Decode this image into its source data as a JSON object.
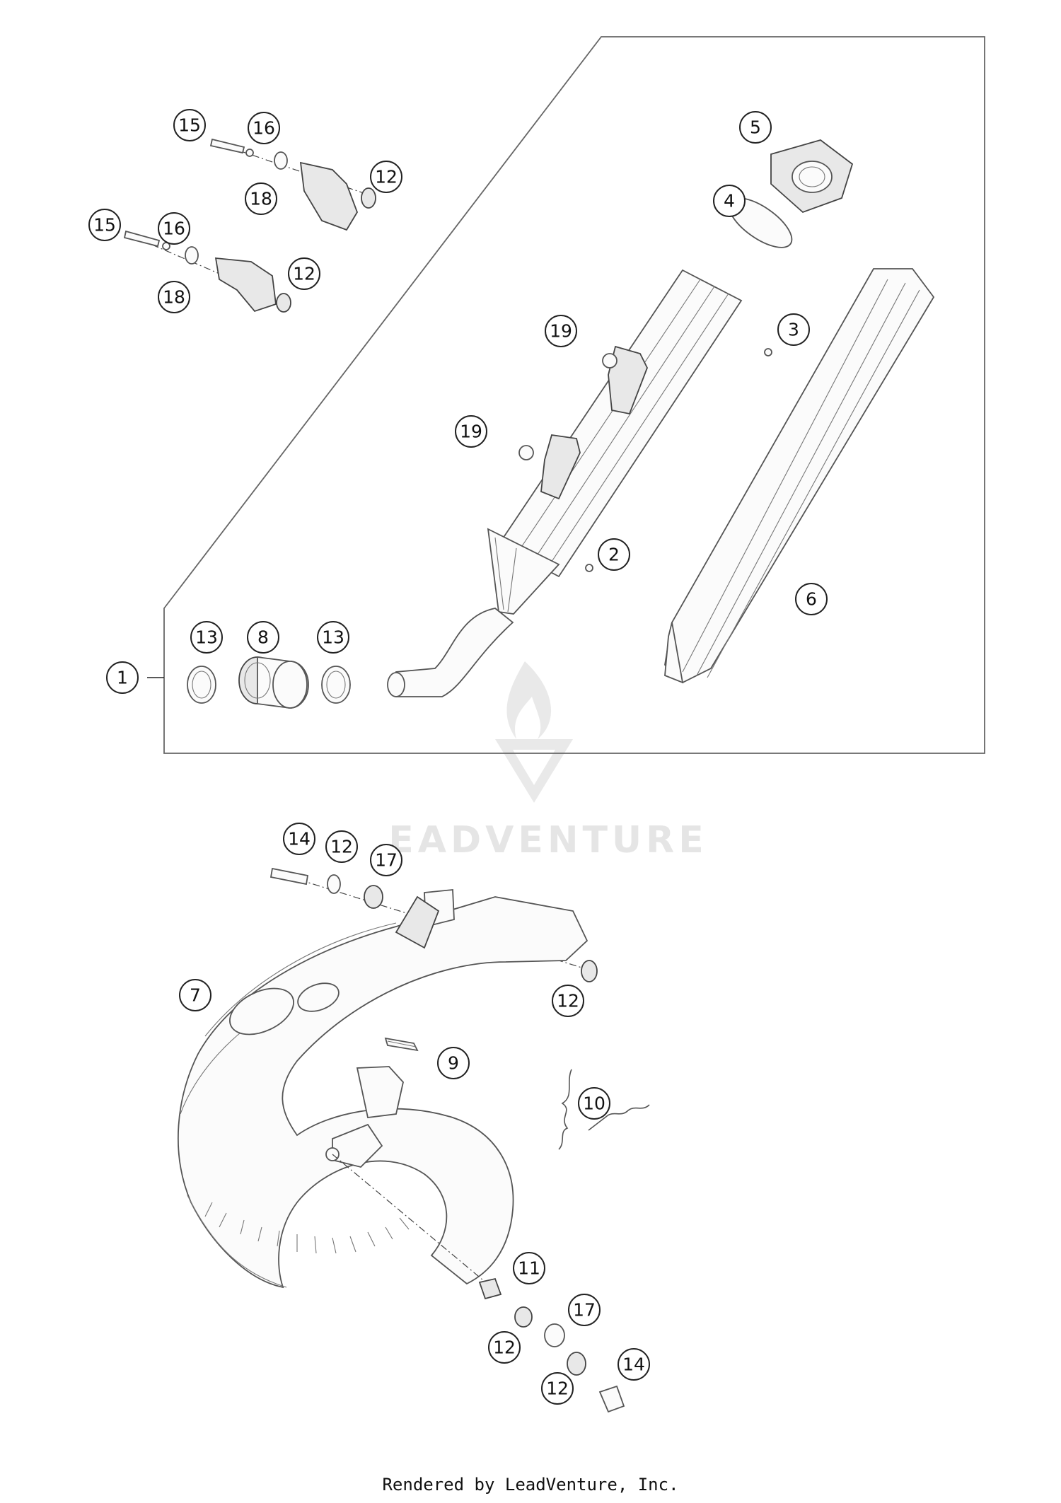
{
  "callouts": {
    "c1": "1",
    "c2": "2",
    "c3": "3",
    "c4": "4",
    "c5": "5",
    "c6": "6",
    "c7": "7",
    "c8": "8",
    "c9": "9",
    "c10": "10",
    "c11": "11",
    "c12a": "12",
    "c12b": "12",
    "c12c": "12",
    "c12d": "12",
    "c12e": "12",
    "c12f": "12",
    "c13a": "13",
    "c13b": "13",
    "c14a": "14",
    "c14b": "14",
    "c15a": "15",
    "c15b": "15",
    "c16a": "16",
    "c16b": "16",
    "c17a": "17",
    "c17b": "17",
    "c18a": "18",
    "c18b": "18",
    "c19a": "19",
    "c19b": "19"
  },
  "watermark": {
    "text": "EADVENTURE"
  },
  "footer": {
    "text": "Rendered by LeadVenture, Inc."
  }
}
